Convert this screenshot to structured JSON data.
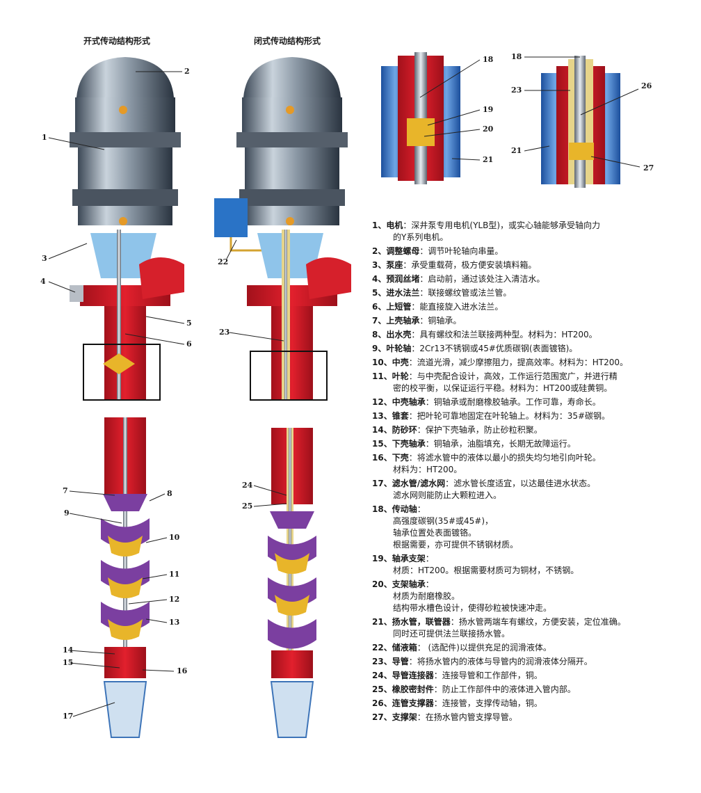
{
  "titles": {
    "open": "开式传动结构形式",
    "closed": "闭式传动结构形式"
  },
  "callouts": {
    "c1": "1",
    "c2": "2",
    "c3": "3",
    "c4": "4",
    "c5": "5",
    "c6": "6",
    "c7": "7",
    "c8": "8",
    "c9": "9",
    "c10": "10",
    "c11": "11",
    "c12": "12",
    "c13": "13",
    "c14": "14",
    "c15": "15",
    "c16": "16",
    "c17": "17",
    "c18a": "18",
    "c18b": "18",
    "c19": "19",
    "c20": "20",
    "c21a": "21",
    "c21b": "21",
    "c22": "22",
    "c23a": "23",
    "c23b": "23",
    "c24": "24",
    "c25": "25",
    "c26": "26",
    "c27": "27"
  },
  "legend": [
    {
      "num": "1、",
      "name": "电机",
      "sep": "：",
      "desc": "深井泵专用电机(YLB型)，或实心轴能够承受轴向力",
      "extra": [
        "的Y系列电机。"
      ]
    },
    {
      "num": "2、",
      "name": "调整螺母",
      "sep": "：",
      "desc": "调节叶轮轴向串量。",
      "extra": []
    },
    {
      "num": "3、",
      "name": "泵座",
      "sep": "：",
      "desc": "承受重载荷，极方便安装填料箱。",
      "extra": []
    },
    {
      "num": "4、",
      "name": "预润丝堵",
      "sep": "：",
      "desc": "启动前，通过该处注入清洁水。",
      "extra": []
    },
    {
      "num": "5、",
      "name": "进水法兰",
      "sep": "：",
      "desc": "联接螺纹管或法兰管。",
      "extra": []
    },
    {
      "num": "6、",
      "name": "上短管",
      "sep": "：",
      "desc": "能直接旋入进水法兰。",
      "extra": []
    },
    {
      "num": "7、",
      "name": "上壳轴承",
      "sep": "：",
      "desc": "铜轴承。",
      "extra": []
    },
    {
      "num": "8、",
      "name": "出水壳",
      "sep": "：",
      "desc": "具有螺纹和法兰联接两种型。材料为：HT200。",
      "extra": []
    },
    {
      "num": "9、",
      "name": "叶轮轴",
      "sep": "：",
      "desc": "2Cr13不锈钢或45#优质碳钢(表面镀铬)。",
      "extra": []
    },
    {
      "num": "10、",
      "name": "中壳",
      "sep": "：",
      "desc": "流道光滑，减少摩擦阻力，提高效率。材料为：HT200。",
      "extra": []
    },
    {
      "num": "11、",
      "name": "叶轮",
      "sep": "：",
      "desc": "与中壳配合设计，高效，工作运行范围宽广，并进行精",
      "extra": [
        "密的校平衡，以保证运行平稳。材料为：HT200或硅黄铜。"
      ]
    },
    {
      "num": "12、",
      "name": "中壳轴承",
      "sep": "：",
      "desc": "铜轴承或耐磨橡胶轴承。工作可靠，寿命长。",
      "extra": []
    },
    {
      "num": "13、",
      "name": "锥套",
      "sep": "：",
      "desc": "把叶轮可靠地固定在叶轮轴上。材料为：35#碳钢。",
      "extra": []
    },
    {
      "num": "14、",
      "name": "防砂环",
      "sep": "：",
      "desc": "保护下壳轴承，防止砂粒积聚。",
      "extra": []
    },
    {
      "num": "15、",
      "name": "下壳轴承",
      "sep": "：",
      "desc": "铜轴承，油脂填充，长期无故障运行。",
      "extra": []
    },
    {
      "num": "16、",
      "name": "下壳",
      "sep": "：",
      "desc": "将滤水管中的液体以最小的损失均匀地引向叶轮。",
      "extra": [
        "材料为：HT200。"
      ]
    },
    {
      "num": "17、",
      "name": "滤水管/滤水网",
      "sep": "：",
      "desc": "滤水管长度适宜，以达最佳进水状态。",
      "extra": [
        "滤水网则能防止大颗粒进入。"
      ]
    },
    {
      "num": "18、",
      "name": "传动轴",
      "sep": "：",
      "desc": "",
      "extra": [
        "高强度碳钢(35#或45#)，",
        "轴承位置处表面镀铬。",
        "根据需要，亦可提供不锈钢材质。"
      ]
    },
    {
      "num": "19、",
      "name": "轴承支架",
      "sep": "：",
      "desc": "",
      "extra": [
        "材质：HT200。根据需要材质可为铜材，不锈钢。"
      ]
    },
    {
      "num": "20、",
      "name": "支架轴承",
      "sep": "：",
      "desc": "",
      "extra": [
        "材质为耐磨橡胶。",
        "结构带水槽色设计，使得砂粒被快速冲走。"
      ]
    },
    {
      "num": "21、",
      "name": "扬水管，联管器",
      "sep": "：",
      "desc": "扬水管两端车有螺纹，方便安装，定位准确。",
      "extra": [
        "同时还可提供法兰联接扬水管。"
      ]
    },
    {
      "num": "22、",
      "name": "储液箱",
      "sep": "：",
      "desc": " (选配件)以提供充足的润滑液体。",
      "extra": []
    },
    {
      "num": "23、",
      "name": "导管",
      "sep": "：",
      "desc": "将扬水管内的液体与导管内的润滑液体分隔开。",
      "extra": []
    },
    {
      "num": "24、",
      "name": "导管连接器",
      "sep": "：",
      "desc": "连接导管和工作部件，铜。",
      "extra": []
    },
    {
      "num": "25、",
      "name": "橡胶密封件",
      "sep": "：",
      "desc": "防止工作部件中的液体进入管内部。",
      "extra": []
    },
    {
      "num": "26、",
      "name": "连管支撑器",
      "sep": "：",
      "desc": "连接管，支撑传动轴，铜。",
      "extra": []
    },
    {
      "num": "27、",
      "name": "支撑架",
      "sep": "：",
      "desc": "在扬水管内管支撑导管。",
      "extra": []
    }
  ]
}
